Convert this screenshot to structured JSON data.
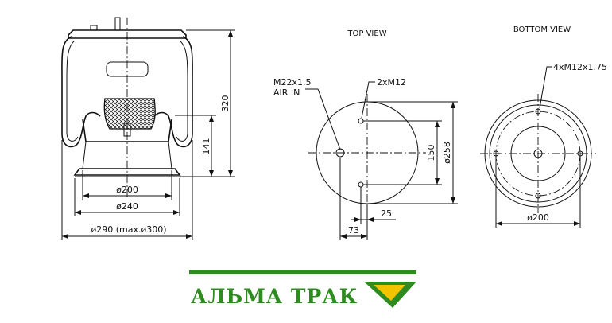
{
  "views": {
    "top_title": "TOP VIEW",
    "bottom_title": "BOTTOM VIEW"
  },
  "side_view": {
    "height_total": "320",
    "height_mid": "141",
    "dia_200": "ø200",
    "dia_240": "ø240",
    "dia_290": "ø290 (max.ø300)"
  },
  "top_view": {
    "callout_port_line1": "M22x1,5",
    "callout_port_line2": "AIR IN",
    "callout_studs": "2xM12",
    "dim_150": "150",
    "dim_258": "ø258",
    "dim_25": "25",
    "dim_73": "73"
  },
  "bottom_view": {
    "callout_studs": "4xM12x1.75",
    "dim_200": "ø200"
  },
  "brand": {
    "name": "АЛЬМА ТРАК",
    "color": "#2e8b1f",
    "accent": "#f2c400"
  }
}
